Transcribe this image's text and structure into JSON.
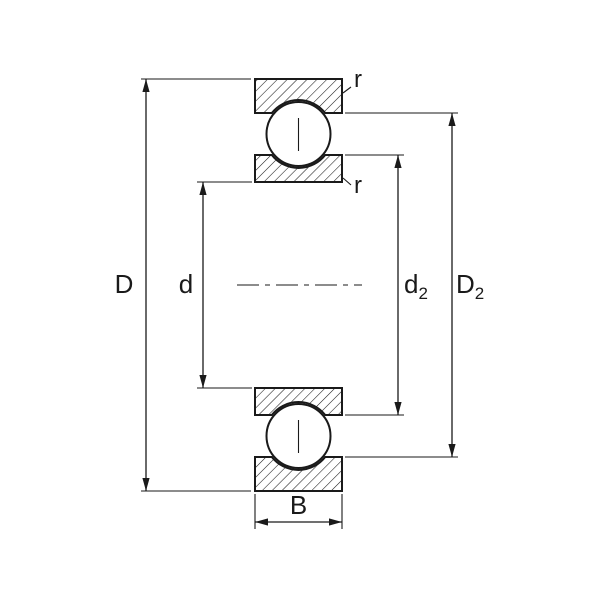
{
  "labels": {
    "outer_diameter": "D",
    "bore_diameter": "d",
    "inner_shoulder": {
      "base": "d",
      "sub": "2"
    },
    "outer_shoulder": {
      "base": "D",
      "sub": "2"
    },
    "width": "B",
    "chamfer_outer_ring": "r",
    "chamfer_inner_ring": "r"
  },
  "colors": {
    "line": "#1a1a1a",
    "background": "#ffffff"
  }
}
